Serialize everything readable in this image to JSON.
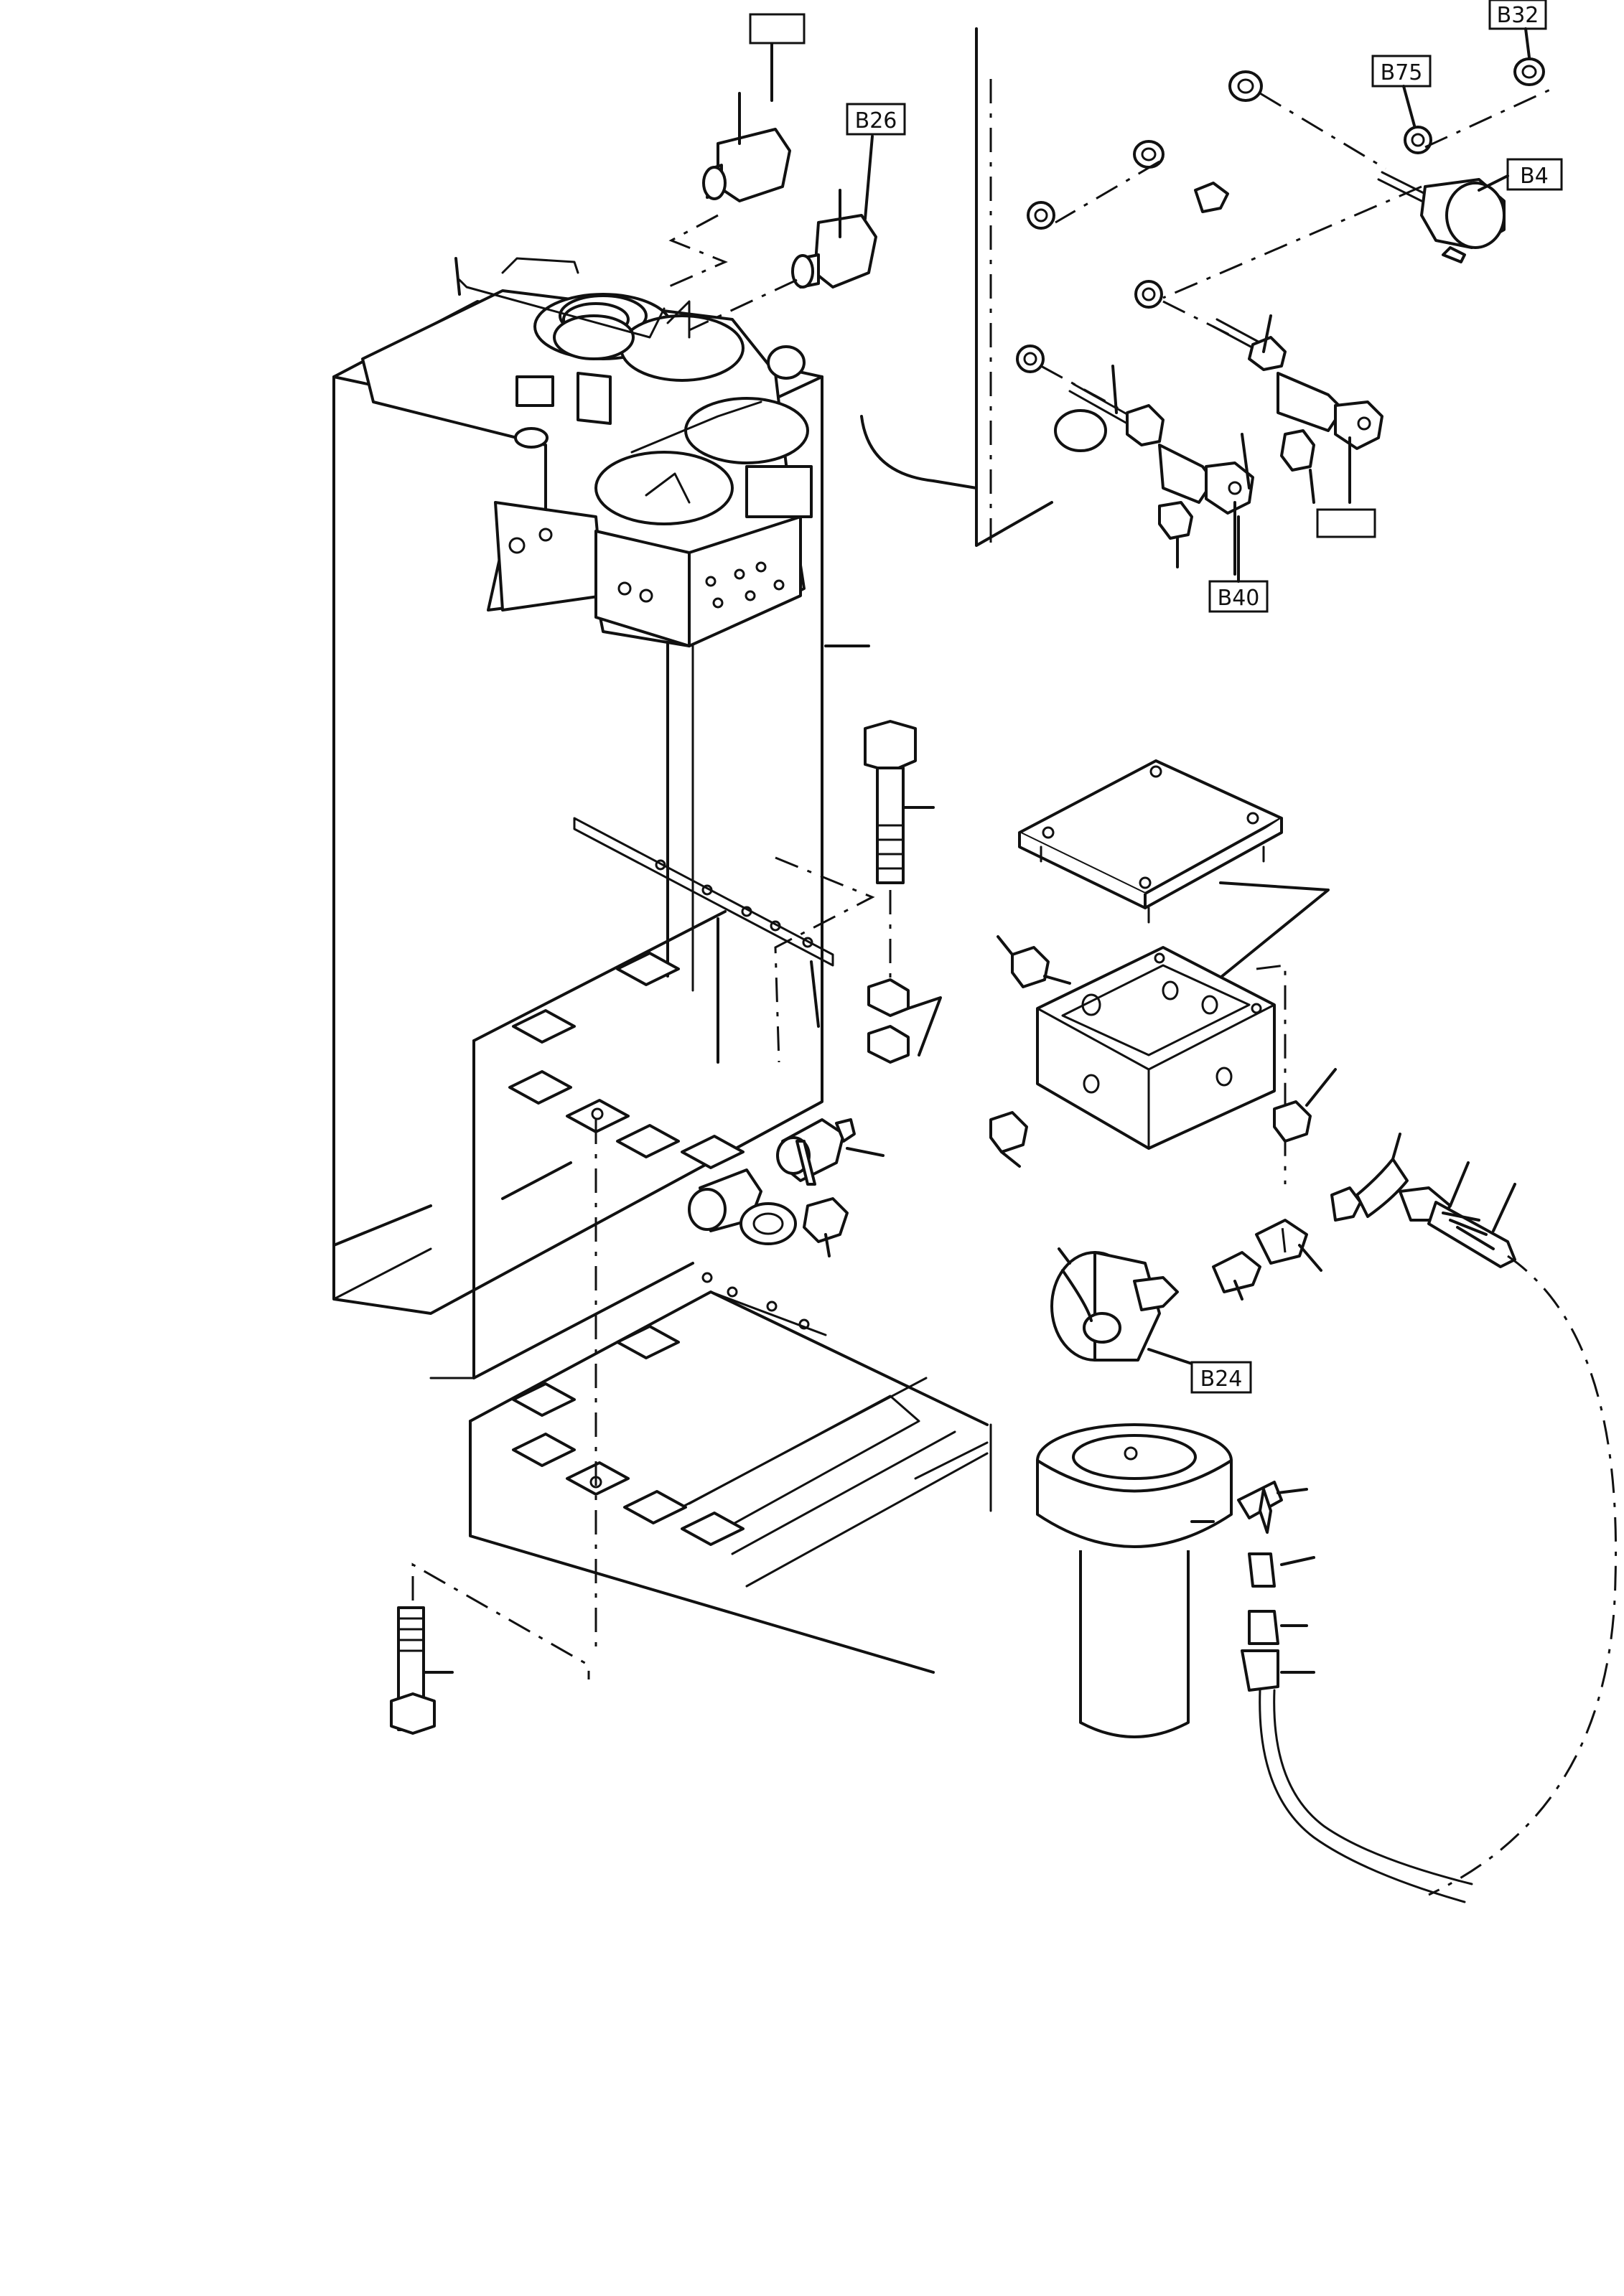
{
  "labels": {
    "b26": "B26",
    "b32": "B32",
    "b75": "B75",
    "b4": "B4",
    "b40": "B40",
    "b24": "B24",
    "blank_top": "",
    "blank_right": ""
  }
}
